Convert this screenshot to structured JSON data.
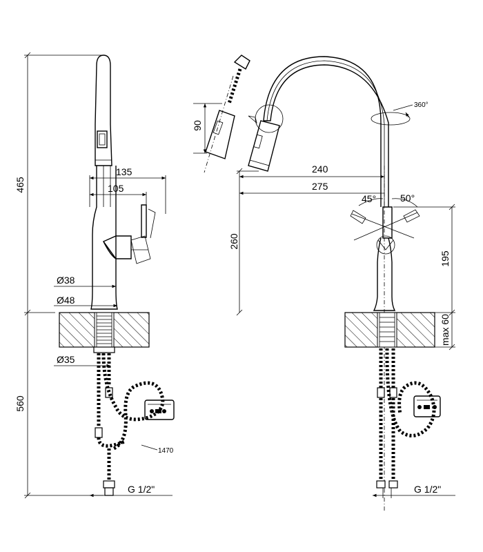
{
  "side_view": {
    "height_top": "465",
    "height_bottom": "560",
    "width_lever": "135",
    "width_handle": "105",
    "dia_body": "Ø38",
    "dia_base": "Ø48",
    "dia_shank": "Ø35",
    "hose_length": "1470",
    "thread": "G 1/2\""
  },
  "front_view": {
    "spout_reach": "240",
    "spout_reach_total": "275",
    "height_spout": "260",
    "height_lever": "195",
    "deck_max": "max 60",
    "rotation": "360°",
    "angle_left": "45°",
    "angle_right": "50°",
    "thread": "G 1/2\""
  },
  "spray_detail": {
    "pull_out": "90"
  }
}
